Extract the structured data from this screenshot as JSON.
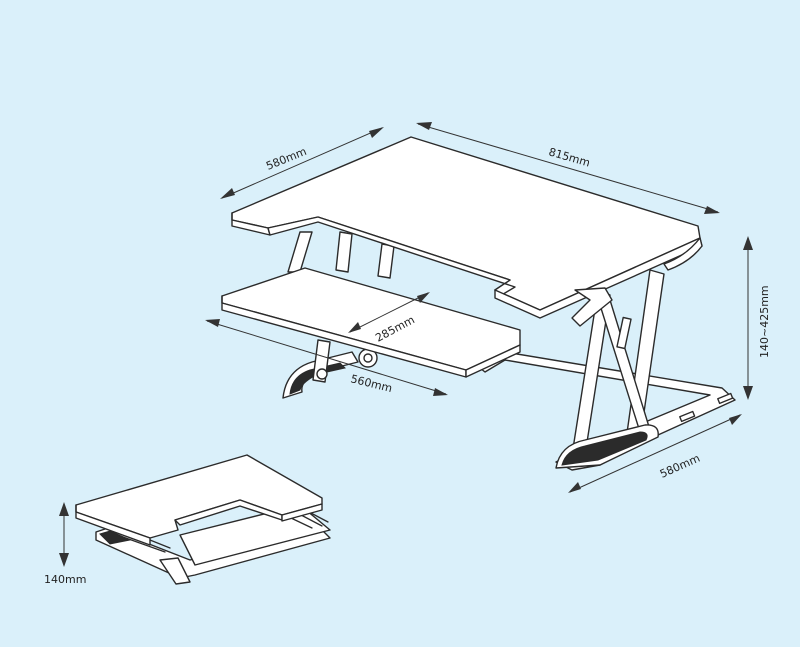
{
  "dimensions": {
    "top_depth": "580mm",
    "top_width": "815mm",
    "height_range": "140~425mm",
    "base_depth": "580mm",
    "keyboard_depth": "285mm",
    "keyboard_width": "560mm",
    "collapsed_height": "140mm"
  },
  "colors": {
    "background": "#daf0fa",
    "line": "#2b2b2b"
  }
}
